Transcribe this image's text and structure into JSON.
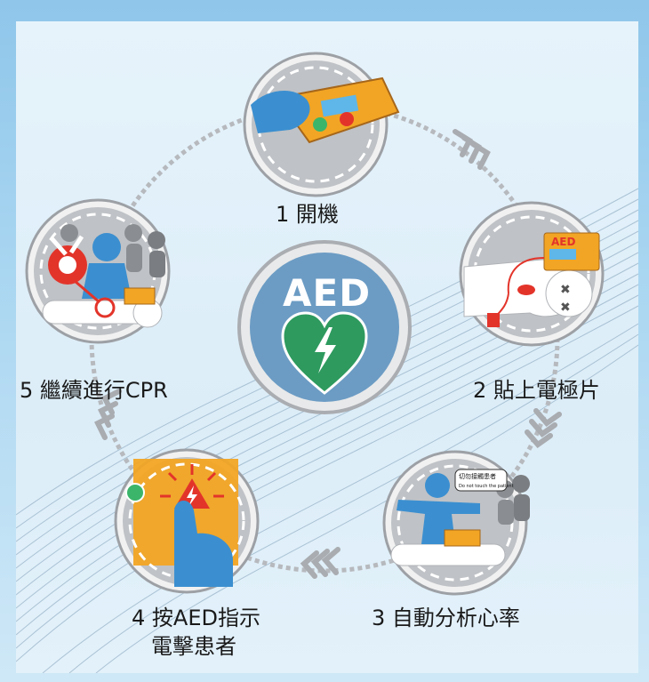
{
  "center": {
    "logo_text": "AED"
  },
  "steps": [
    {
      "label": "1 開機"
    },
    {
      "label": "2 貼上電極片"
    },
    {
      "label": "3 自動分析心率"
    },
    {
      "label_line1": "4 按AED指示",
      "label_line2": "電擊患者"
    },
    {
      "label": "5 繼續進行CPR"
    }
  ],
  "illustrations": {
    "device_text": "AED",
    "speech_bubble_line1": "切勿接觸患者",
    "speech_bubble_line2": "Do not touch the patient"
  },
  "colors": {
    "circle_gray": "#bfc2c6",
    "device_orange": "#f2a524",
    "figure_blue": "#3b8fd0",
    "shock_red": "#e3342a",
    "heart_green": "#2e9a5e"
  }
}
